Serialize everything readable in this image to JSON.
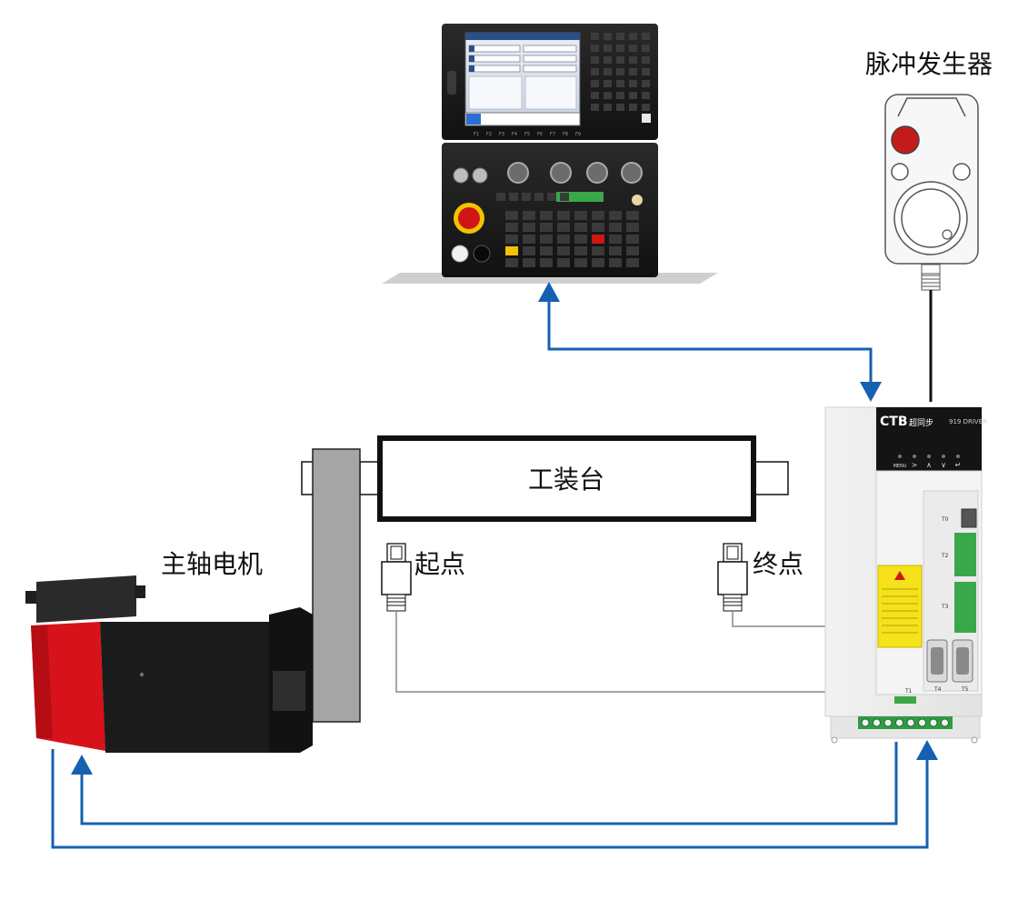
{
  "labels": {
    "pulse_generator": "脉冲发生器",
    "worktable": "工装台",
    "start_point": "起点",
    "end_point": "终点",
    "spindle_motor": "主轴电机"
  },
  "driver": {
    "brand": "CTB",
    "brand_sub": "超同步",
    "model": "919 DRIVER",
    "keys": [
      "MENU",
      ">",
      "∧",
      "∨",
      "↵"
    ],
    "ports": [
      "T0",
      "T2",
      "T3",
      "T4",
      "T5",
      "T1"
    ]
  },
  "cnc": {
    "screen_tabs": [
      "F1",
      "F2",
      "F3",
      "F4",
      "F5",
      "F6",
      "F7",
      "F8",
      "F9"
    ]
  },
  "colors": {
    "arrow": "#1660b0",
    "wire": "#888888",
    "motor_red": "#d8121a",
    "motor_body": "#1b1b1b",
    "driver_body": "#eeeeee"
  }
}
